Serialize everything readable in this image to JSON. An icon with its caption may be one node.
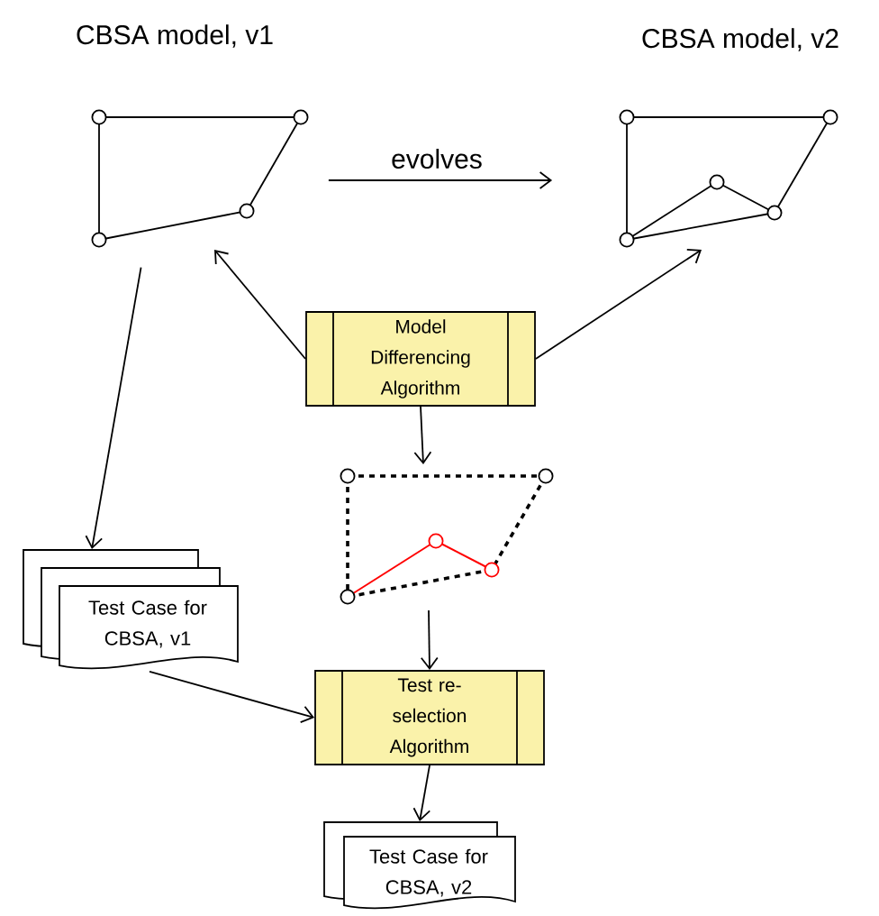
{
  "diagram": {
    "nodes": [
      {
        "text": [],
        "shape": "picture",
        "beside": [
          "CBSA model, v1"
        ]
      },
      {
        "text": [],
        "shape": "picture",
        "beside": [
          "CBSA model, v2"
        ]
      },
      {
        "text": [
          "Model Differencing Algorithm"
        ]
      },
      {
        "text": [],
        "shape": "picture"
      },
      {
        "text": [
          "Test Case for CBSA, v1"
        ]
      },
      {
        "text": [
          "Test re-selection Algorithm"
        ]
      },
      {
        "text": [
          "Test Case for CBSA, v2"
        ]
      }
    ],
    "edges": [
      {
        "from": 0,
        "to": 1,
        "arrow": "to",
        "label": "evolves"
      },
      {
        "from": 2,
        "to": 0,
        "arrow": "to"
      },
      {
        "from": 2,
        "to": 1,
        "arrow": "to"
      },
      {
        "from": 2,
        "to": 3,
        "arrow": "to"
      },
      {
        "from": 0,
        "to": 4,
        "arrow": "to"
      },
      {
        "from": 3,
        "to": 5,
        "arrow": "to"
      },
      {
        "from": 4,
        "to": 5,
        "arrow": "to"
      },
      {
        "from": 5,
        "to": 6,
        "arrow": "to"
      }
    ]
  }
}
